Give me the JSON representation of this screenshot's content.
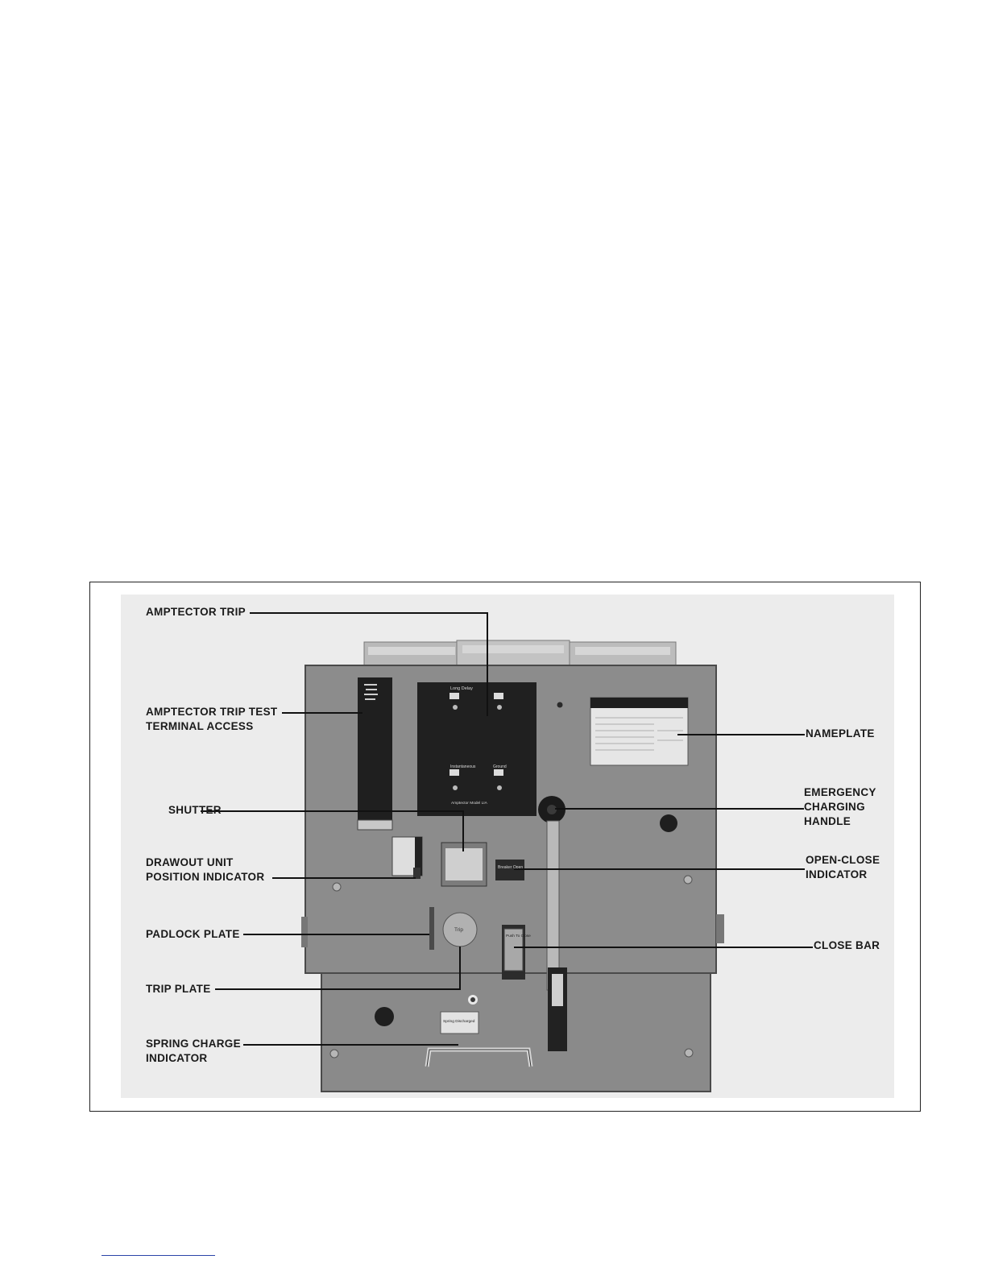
{
  "figure": {
    "callouts": {
      "amptector_trip": "AMPTECTOR TRIP",
      "trip_test_line1": "AMPTECTOR TRIP TEST",
      "trip_test_line2": "TERMINAL ACCESS",
      "shutter": "SHUTTER",
      "drawout_line1": "DRAWOUT UNIT",
      "drawout_line2": "POSITION INDICATOR",
      "padlock_plate": "PADLOCK PLATE",
      "trip_plate": "TRIP PLATE",
      "spring_line1": "SPRING CHARGE",
      "spring_line2": "INDICATOR",
      "nameplate": "NAMEPLATE",
      "emergency_line1": "EMERGENCY",
      "emergency_line2": "CHARGING",
      "emergency_line3": "HANDLE",
      "open_close_line1": "OPEN-CLOSE",
      "open_close_line2": "INDICATOR",
      "close_bar": "CLOSE BAR"
    },
    "photo_labels": {
      "long_delay": "Long Delay",
      "instantaneous": "Instantaneous",
      "ground": "Ground",
      "amptector_model": "Amptector   Model LIA",
      "breaker_open": "Breaker Open",
      "push_to_close": "Push To Close",
      "trip_button": "Trip",
      "spring_discharged": "Spring Discharged"
    }
  }
}
